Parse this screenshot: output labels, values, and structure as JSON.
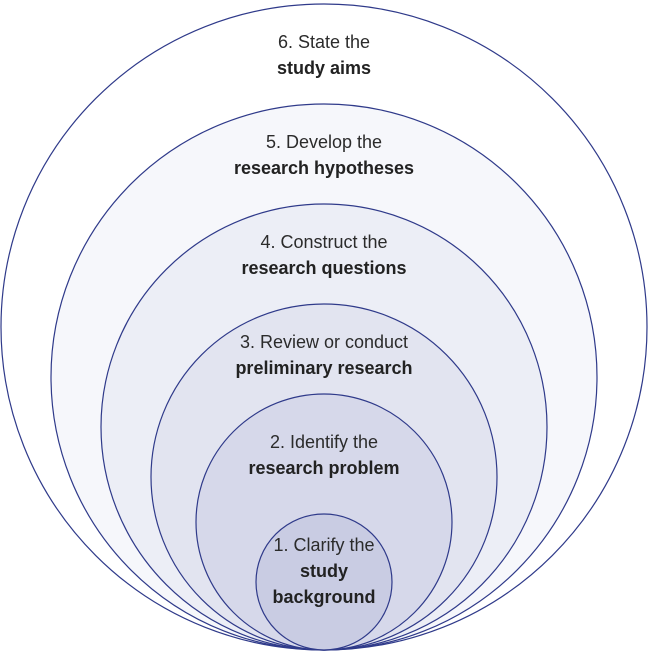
{
  "diagram": {
    "layers": [
      {
        "step": "6",
        "line1": "6. State the",
        "line2": "study aims",
        "fill": "#ffffff"
      },
      {
        "step": "5",
        "line1": "5. Develop the",
        "line2": "research hypotheses",
        "fill": "#f6f7fb"
      },
      {
        "step": "4",
        "line1": "4. Construct the",
        "line2": "research questions",
        "fill": "#eceef6"
      },
      {
        "step": "3",
        "line1": "3. Review or conduct",
        "line2": "preliminary research",
        "fill": "#e2e4f0"
      },
      {
        "step": "2",
        "line1": "2. Identify  the",
        "line2": "research problem",
        "fill": "#d6d8ea"
      },
      {
        "step": "1",
        "line1": "1. Clarify the",
        "line2": "study",
        "line3": "background",
        "fill": "#c9cce3"
      }
    ],
    "stroke_color": "#2f3a8a"
  }
}
